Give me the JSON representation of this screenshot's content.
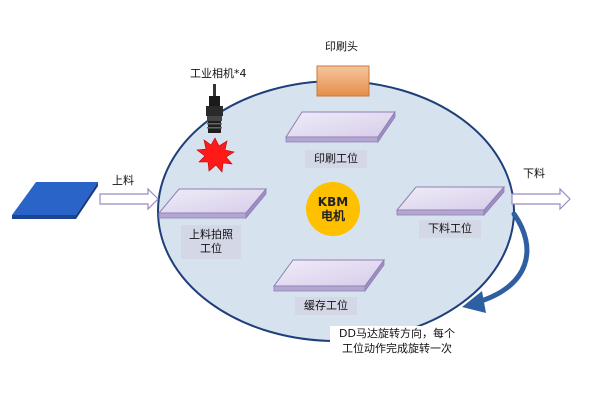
{
  "diagram": {
    "print_head_label": "印刷头",
    "camera_label": "工业相机*4",
    "input_label": "上料",
    "output_label": "下料",
    "motor": {
      "line1": "KBM",
      "line2": "电机"
    },
    "stations": {
      "print": "印刷工位",
      "load_photo_line1": "上料拍照",
      "load_photo_line2": "工位",
      "unload": "下料工位",
      "buffer": "缓存工位"
    },
    "rotation_note": {
      "line1": "DD马达旋转方向，每个",
      "line2": "工位动作完成旋转一次"
    },
    "colors": {
      "turntable_fill": "#d6e3ef",
      "turntable_stroke": "#1f3f7a",
      "plate_top": "#e3ddf0",
      "plate_side": "#8f7fb4",
      "motor_fill": "#ffc000",
      "print_head": "#f2b27e",
      "input_panel": "#2b64c8",
      "arrow_fill": "#ffffff",
      "arrow_stroke": "#9a8cc0",
      "rotation_arrow": "#2e5fa0",
      "flash": "#ff1a1a"
    }
  }
}
